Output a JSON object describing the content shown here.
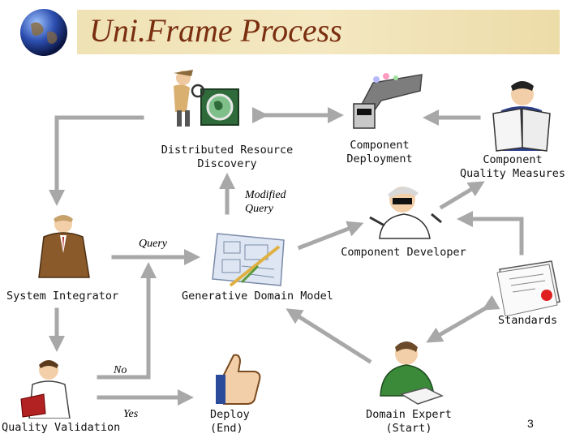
{
  "header": {
    "title": "Uni.Frame Process",
    "logo_icon": "globe-icon"
  },
  "nodes": {
    "discovery": {
      "label": "Distributed Resource\nDiscovery",
      "icon": "detective-icon"
    },
    "deployment": {
      "label": "Component\nDeployment",
      "icon": "deployment-machine-icon"
    },
    "quality": {
      "label": "Component\nQuality Measures",
      "icon": "reading-man-icon"
    },
    "developer": {
      "label": "Component Developer",
      "icon": "developer-icon"
    },
    "integrator": {
      "label": "System Integrator",
      "icon": "businessman-icon"
    },
    "gdm": {
      "label": "Generative Domain Model",
      "icon": "blueprint-icon"
    },
    "standards": {
      "label": "Standards",
      "icon": "document-seal-icon"
    },
    "validation": {
      "label": "Quality Validation",
      "icon": "reader-icon"
    },
    "deploy_end": {
      "label": "Deploy\n(End)",
      "icon": "thumbs-up-icon"
    },
    "expert": {
      "label": "Domain Expert\n(Start)",
      "icon": "expert-icon"
    }
  },
  "edge_labels": {
    "modified_query": "Modified\nQuery",
    "query": "Query",
    "no": "No",
    "yes": "Yes"
  },
  "page_number": "3",
  "colors": {
    "title": "#7a2e10",
    "banner": "#efe2b4",
    "arrow": "#a8a8a8"
  }
}
